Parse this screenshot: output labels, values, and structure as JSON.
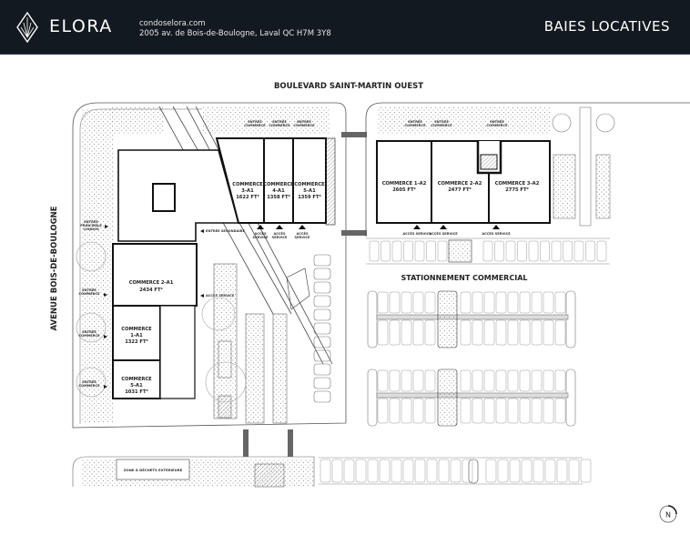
{
  "header": {
    "brand": "ELORA",
    "website": "condoselora.com",
    "address": "2005 av. de Bois-de-Boulogne, Laval QC H7M 3Y8",
    "title": "BAIES LOCATIVES",
    "background_color": "#131920"
  },
  "streets": {
    "north": "BOULEVARD SAINT-MARTIN OUEST",
    "west": "AVENUE BOIS-DE-BOULOGNE"
  },
  "parking_label": "STATIONNEMENT COMMERCIAL",
  "waste_zone": "ZONE À DÉCHETS EXTÉRIEURE",
  "north_arrow": "N",
  "units": [
    {
      "name": "COMMERCE",
      "code": "3-A1",
      "area": "1622 FT²"
    },
    {
      "name": "COMMERCE",
      "code": "4-A1",
      "area": "1358 FT²"
    },
    {
      "name": "COMMERCE",
      "code": "5-A1",
      "area": "1359 FT²"
    },
    {
      "name": "COMMERCE 1-A2",
      "area": "2605 FT²"
    },
    {
      "name": "COMMERCE 2-A2",
      "area": "2477 FT²"
    },
    {
      "name": "COMMERCE 3-A2",
      "area": "2775 FT²"
    },
    {
      "name": "COMMERCE 2-A1",
      "area": "2434 FT²"
    },
    {
      "name": "COMMERCE",
      "code": "1-A1",
      "area": "1322 FT²"
    },
    {
      "name": "COMMERCE",
      "code": "5-A1",
      "area": "1031 FT²"
    }
  ],
  "labels": {
    "entree_commerce_1": "ENTRÉE",
    "entree_commerce_2": "COMMERCE",
    "entree_principale_1": "ENTRÉE",
    "entree_principale_2": "PRINCIPALE",
    "entree_principale_3": "CONDOS",
    "entree_secondaire": "ENTRÉE SECONDAIRE",
    "acces_service": "ACCÈS SERVICE",
    "acces_1": "ACCÈS",
    "acces_2": "SERVICE"
  }
}
